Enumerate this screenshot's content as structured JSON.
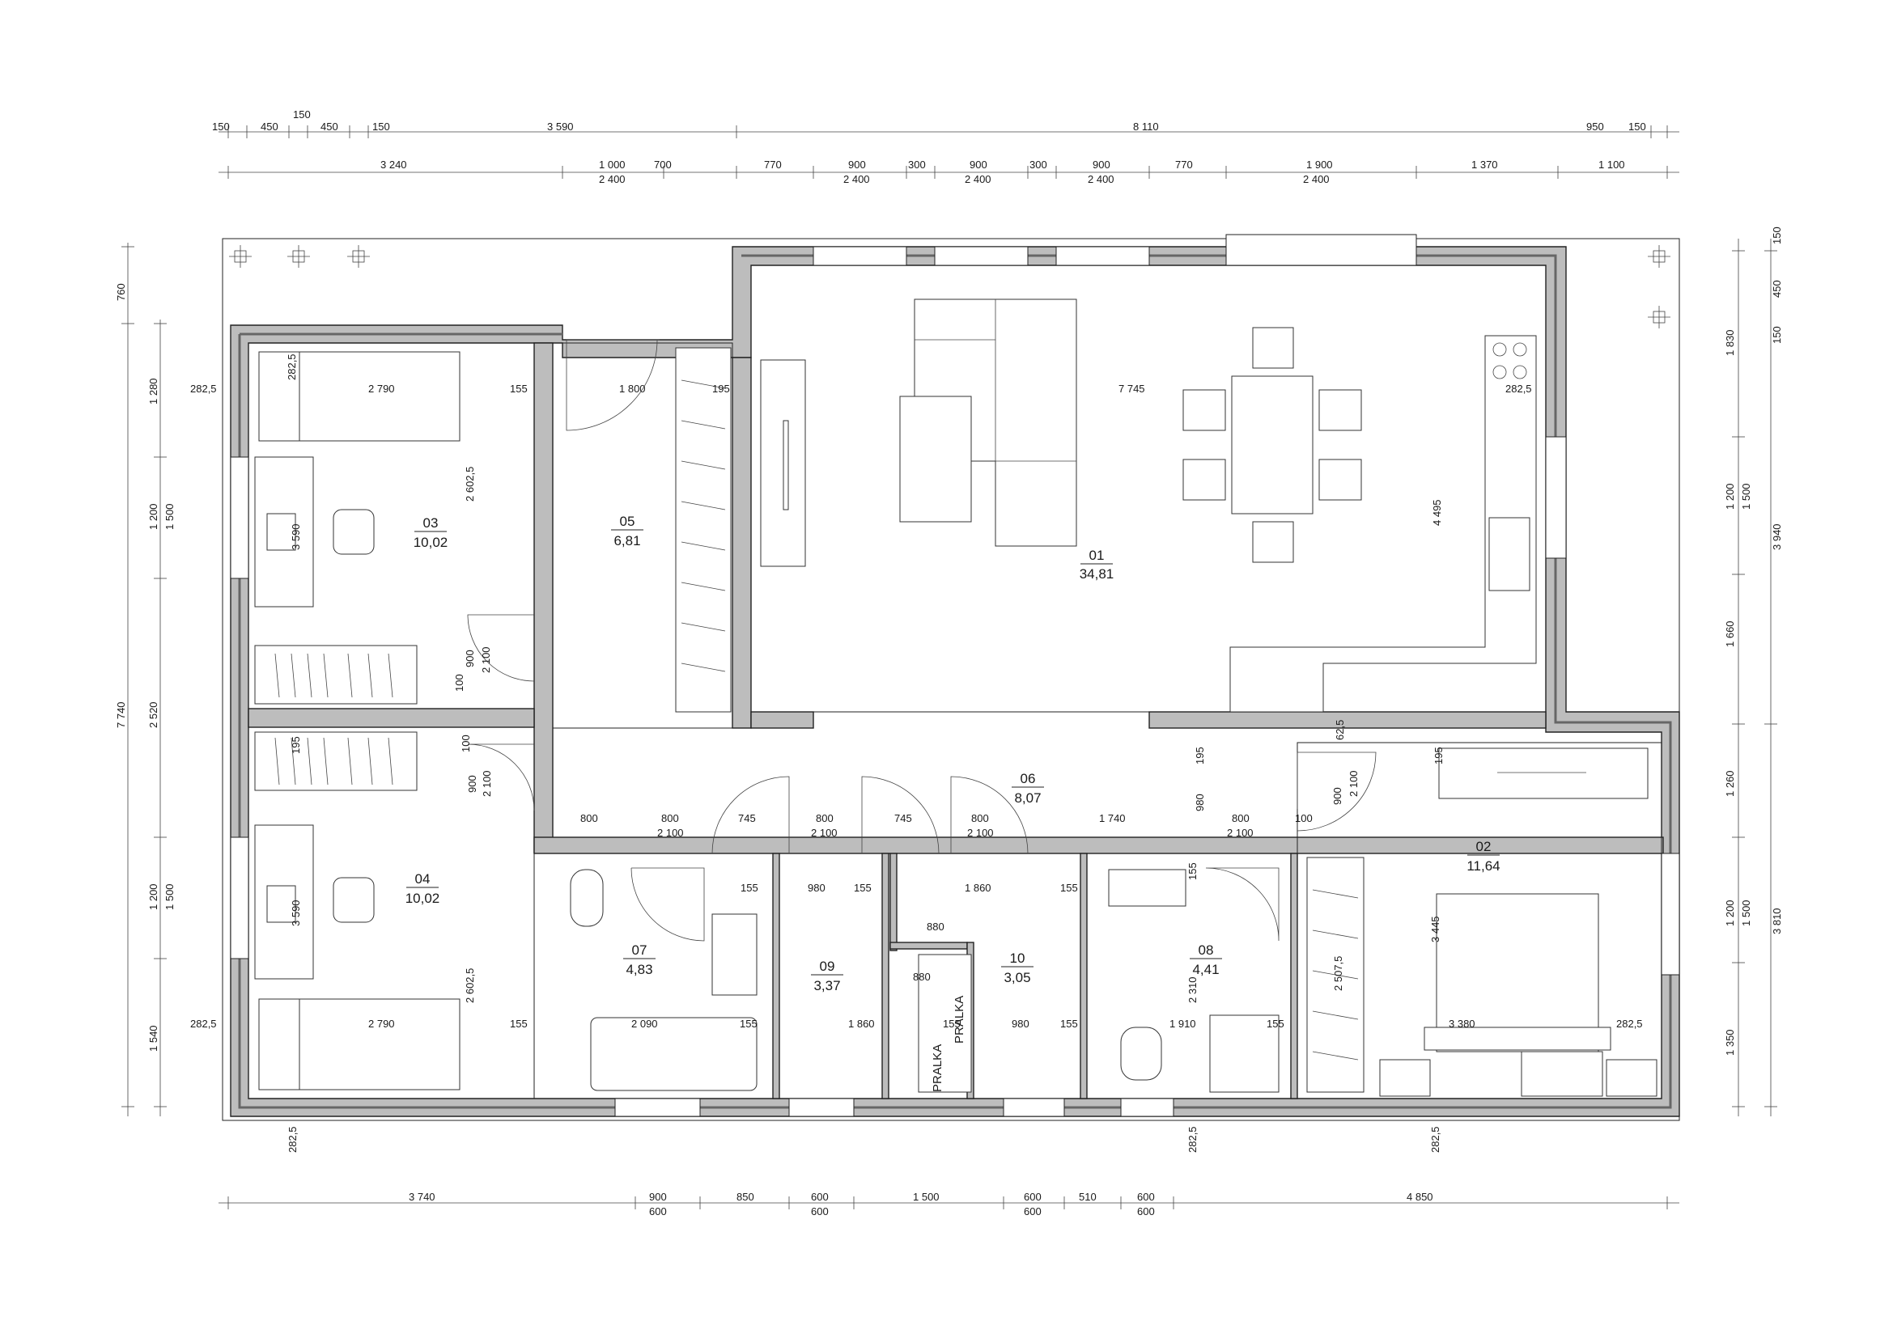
{
  "rooms": [
    {
      "id": "01",
      "number": "01",
      "area": "34,81"
    },
    {
      "id": "02",
      "number": "02",
      "area": "11,64"
    },
    {
      "id": "03",
      "number": "03",
      "area": "10,02"
    },
    {
      "id": "04",
      "number": "04",
      "area": "10,02"
    },
    {
      "id": "05",
      "number": "05",
      "area": "6,81"
    },
    {
      "id": "06",
      "number": "06",
      "area": "8,07"
    },
    {
      "id": "07",
      "number": "07",
      "area": "4,83"
    },
    {
      "id": "08",
      "number": "08",
      "area": "4,41"
    },
    {
      "id": "09",
      "number": "09",
      "area": "3,37"
    },
    {
      "id": "10",
      "number": "10",
      "area": "3,05"
    }
  ],
  "labels": {
    "pralka_1": "PRALKA",
    "pralka_2": "PRALKA"
  },
  "dimensions": {
    "top_row1": [
      "150",
      "450",
      "150",
      "450",
      "150",
      "3 590",
      "8 110",
      "950",
      "150"
    ],
    "top_row2": [
      "3 240",
      "1 000",
      "2 400",
      "700",
      "770",
      "900",
      "2 400",
      "300",
      "900",
      "2 400",
      "300",
      "900",
      "2 400",
      "770",
      "1 900",
      "2 400",
      "1 370",
      "1 100"
    ],
    "bottom_row": [
      "3 740",
      "900",
      "600",
      "850",
      "600",
      "600",
      "1 500",
      "600",
      "600",
      "510",
      "600",
      "600",
      "4 850"
    ],
    "left_outer": [
      "760",
      "1 280",
      "1 200",
      "1 500",
      "2 520",
      "1 200",
      "1 500",
      "1 540",
      "7 740"
    ],
    "right_outer": [
      "150",
      "450",
      "150",
      "1 830",
      "1 200",
      "1 500",
      "1 660",
      "1 260",
      "1 200",
      "1 500",
      "1 350",
      "3 940",
      "3 810"
    ],
    "interior": [
      "282,5",
      "2 790",
      "155",
      "1 800",
      "195",
      "7 745",
      "282,5",
      "282,5",
      "2 602,5",
      "3 590",
      "4 495",
      "900",
      "2 100",
      "100",
      "195",
      "100",
      "900",
      "2 100",
      "62,5",
      "195",
      "980",
      "900",
      "2 100",
      "195",
      "3 590",
      "2 602,5",
      "800",
      "800",
      "2 100",
      "745",
      "800",
      "2 100",
      "745",
      "800",
      "2 100",
      "1 740",
      "800",
      "2 100",
      "100",
      "155",
      "980",
      "155",
      "1 860",
      "155",
      "155",
      "880",
      "880",
      "3 445",
      "2 310",
      "2 507,5",
      "282,5",
      "2 790",
      "155",
      "2 090",
      "155",
      "1 860",
      "155",
      "980",
      "155",
      "1 910",
      "155",
      "3 380",
      "282,5",
      "282,5",
      "282,5",
      "282,5"
    ]
  }
}
